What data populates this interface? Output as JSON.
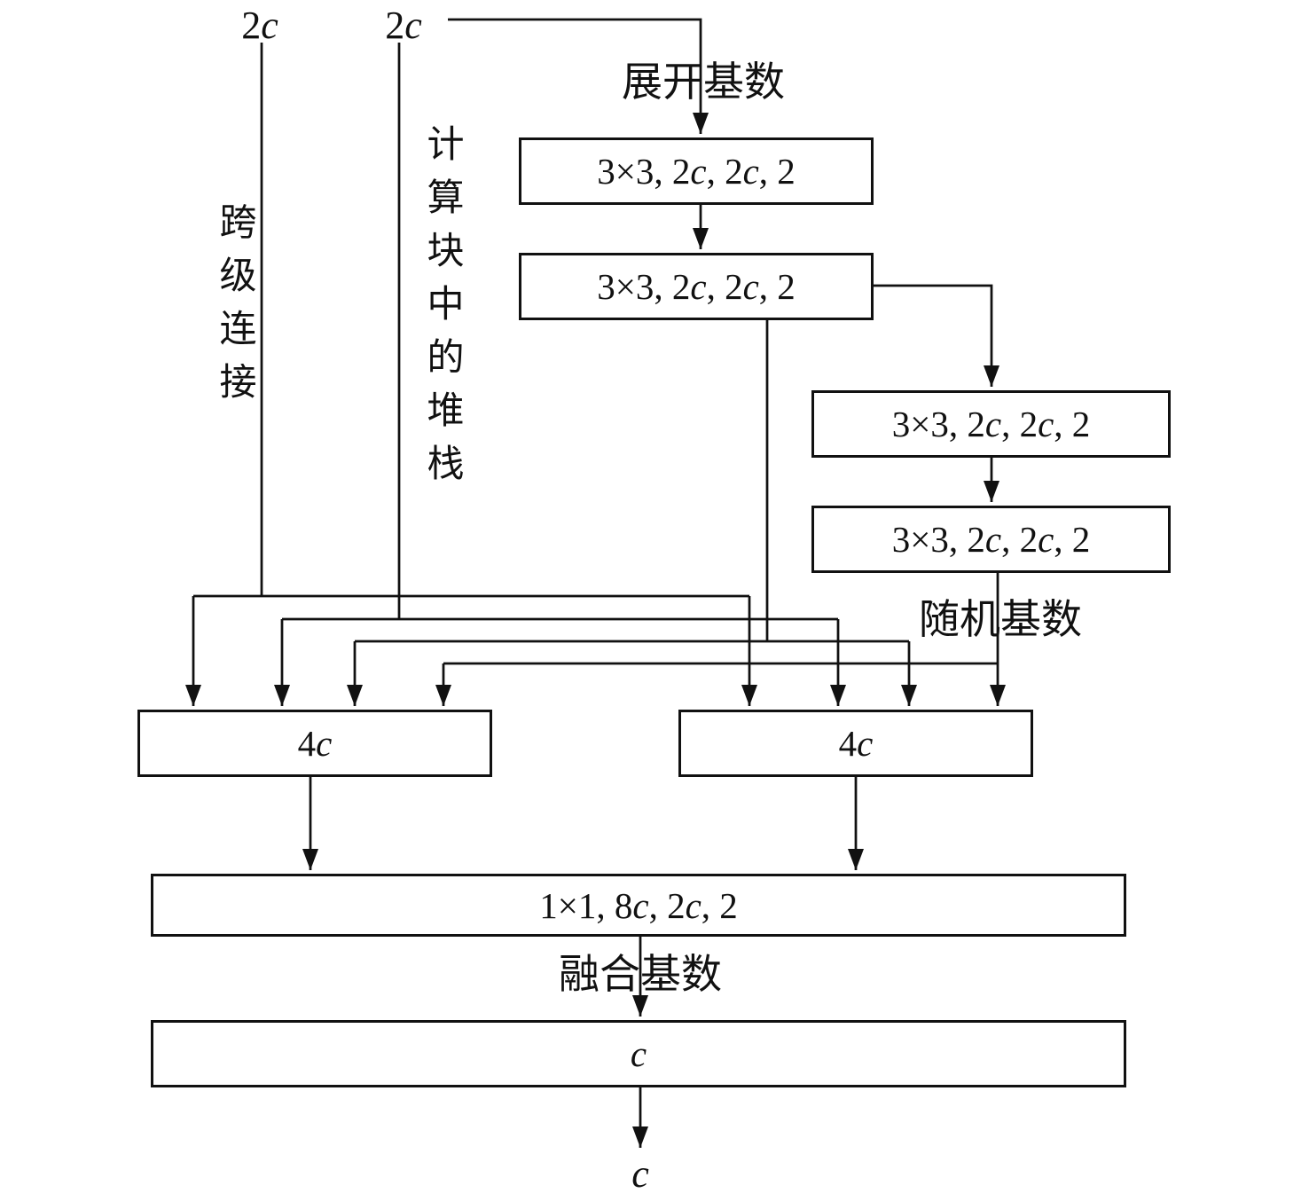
{
  "diagram": {
    "inputs": {
      "left": "2c",
      "right": "2c"
    },
    "annotations": {
      "expand_cardinality": "展开基数",
      "random_cardinality": "随机基数",
      "fusion_cardinality": "融合基数",
      "cross_stage_connection": "跨级连接",
      "stack_in_compute_block": "计算块中的堆栈"
    },
    "boxes": {
      "conv1": "3×3, 2c, 2c, 2",
      "conv2": "3×3, 2c, 2c, 2",
      "conv3": "3×3, 2c, 2c, 2",
      "conv4": "3×3, 2c, 2c, 2",
      "concat_left": "4c",
      "concat_right": "4c",
      "fusion_conv": "1×1, 8c, 2c, 2",
      "output_channels": "c"
    },
    "output_label": "c",
    "colors": {
      "line": "#111111",
      "background": "#ffffff"
    }
  }
}
